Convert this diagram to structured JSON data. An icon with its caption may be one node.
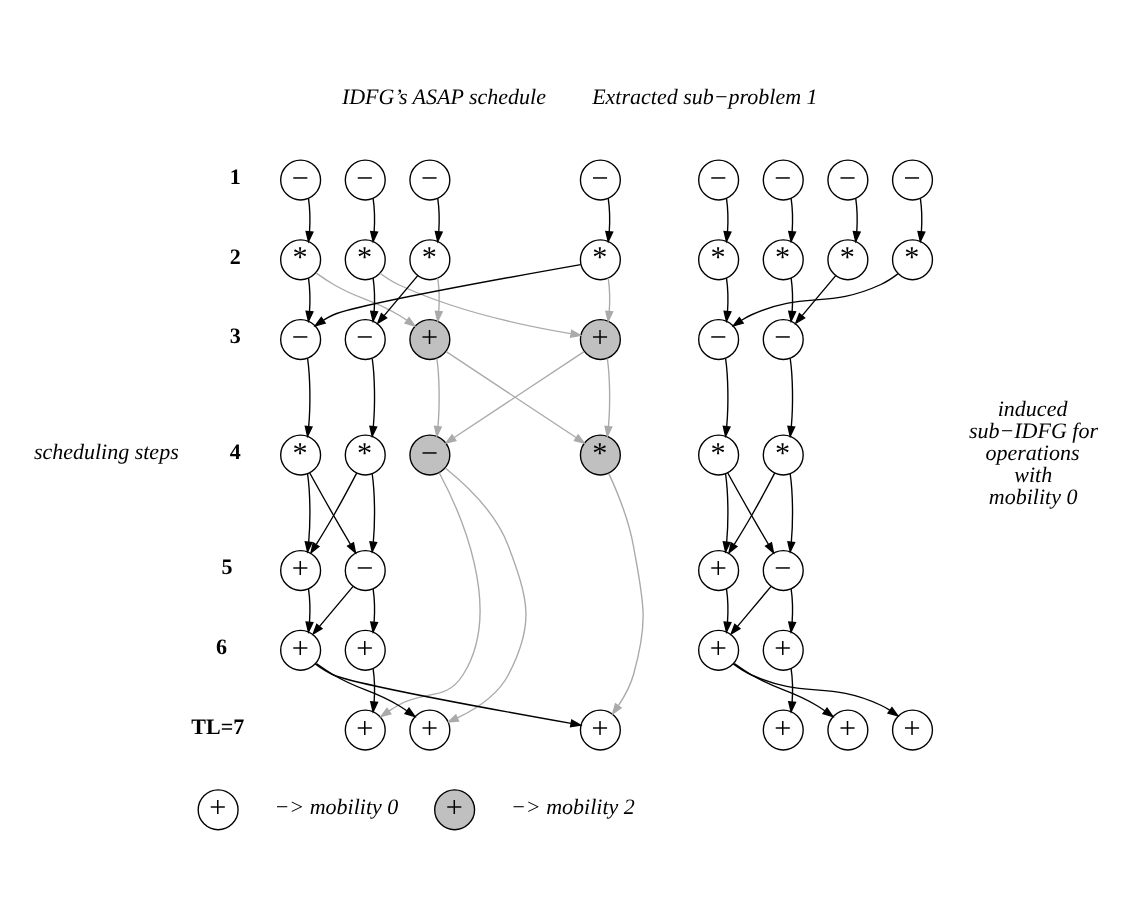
{
  "diagram": {
    "nodes": [
      {
        "text": [
          "−"
        ]
      },
      {
        "text": [
          "−"
        ]
      },
      {
        "text": [
          "−"
        ]
      },
      {
        "text": [
          "−"
        ]
      },
      {
        "text": [
          "*"
        ]
      },
      {
        "text": [
          "*"
        ]
      },
      {
        "text": [
          "*"
        ]
      },
      {
        "text": [
          "*"
        ]
      },
      {
        "text": [
          "−"
        ]
      },
      {
        "text": [
          "−"
        ]
      },
      {
        "text": [
          "+"
        ]
      },
      {
        "text": [
          "+"
        ]
      },
      {
        "text": [
          "*"
        ]
      },
      {
        "text": [
          "*"
        ]
      },
      {
        "text": [
          "−"
        ]
      },
      {
        "text": [
          "*"
        ]
      },
      {
        "text": [
          "+"
        ]
      },
      {
        "text": [
          "−"
        ]
      },
      {
        "text": [
          "+"
        ]
      },
      {
        "text": [
          "+"
        ]
      },
      {
        "text": [
          "+"
        ]
      },
      {
        "text": [
          "+"
        ]
      },
      {
        "text": [
          "+"
        ]
      },
      {
        "text": [
          "−"
        ]
      },
      {
        "text": [
          "−"
        ]
      },
      {
        "text": [
          "−"
        ]
      },
      {
        "text": [
          "−"
        ]
      },
      {
        "text": [
          "*"
        ]
      },
      {
        "text": [
          "*"
        ]
      },
      {
        "text": [
          "*"
        ]
      },
      {
        "text": [
          "*"
        ]
      },
      {
        "text": [
          "−"
        ]
      },
      {
        "text": [
          "−"
        ]
      },
      {
        "text": [
          "*"
        ]
      },
      {
        "text": [
          "*"
        ]
      },
      {
        "text": [
          "+"
        ]
      },
      {
        "text": [
          "−"
        ]
      },
      {
        "text": [
          "+"
        ]
      },
      {
        "text": [
          "+"
        ]
      },
      {
        "text": [
          "+"
        ]
      },
      {
        "text": [
          "+"
        ]
      },
      {
        "text": [
          "+"
        ]
      },
      {
        "text": [
          "+"
        ],
        "beside": [
          "−> mobility 0"
        ]
      },
      {
        "text": [
          "+"
        ],
        "beside": [
          "−> mobility 2"
        ]
      }
    ],
    "edges": [
      {
        "from": 0,
        "to": 4,
        "arrow": "to"
      },
      {
        "from": 1,
        "to": 5,
        "arrow": "to"
      },
      {
        "from": 2,
        "to": 6,
        "arrow": "to"
      },
      {
        "from": 3,
        "to": 7,
        "arrow": "to"
      },
      {
        "from": 4,
        "to": 8,
        "arrow": "to"
      },
      {
        "from": 4,
        "to": 10,
        "arrow": "to",
        "color": "#aaaaaa"
      },
      {
        "from": 5,
        "to": 9,
        "arrow": "to"
      },
      {
        "from": 5,
        "to": 11,
        "arrow": "to",
        "color": "#aaaaaa"
      },
      {
        "from": 6,
        "to": 9,
        "arrow": "to"
      },
      {
        "from": 6,
        "to": 10,
        "arrow": "to",
        "color": "#aaaaaa"
      },
      {
        "from": 7,
        "to": 8,
        "arrow": "to"
      },
      {
        "from": 7,
        "to": 11,
        "arrow": "to",
        "color": "#aaaaaa"
      },
      {
        "from": 8,
        "to": 12,
        "arrow": "to"
      },
      {
        "from": 9,
        "to": 13,
        "arrow": "to"
      },
      {
        "from": 10,
        "to": 14,
        "arrow": "to",
        "color": "#aaaaaa"
      },
      {
        "from": 10,
        "to": 15,
        "arrow": "to",
        "color": "#aaaaaa"
      },
      {
        "from": 11,
        "to": 14,
        "arrow": "to",
        "color": "#aaaaaa"
      },
      {
        "from": 11,
        "to": 15,
        "arrow": "to",
        "color": "#aaaaaa"
      },
      {
        "from": 12,
        "to": 16,
        "arrow": "to"
      },
      {
        "from": 12,
        "to": 17,
        "arrow": "to"
      },
      {
        "from": 13,
        "to": 16,
        "arrow": "to"
      },
      {
        "from": 13,
        "to": 17,
        "arrow": "to"
      },
      {
        "from": 16,
        "to": 18,
        "arrow": "to"
      },
      {
        "from": 17,
        "to": 18,
        "arrow": "to"
      },
      {
        "from": 17,
        "to": 19,
        "arrow": "to"
      },
      {
        "from": 19,
        "to": 20,
        "arrow": "to"
      },
      {
        "from": 14,
        "to": 20,
        "arrow": "to",
        "color": "#aaaaaa"
      },
      {
        "from": 18,
        "to": 21,
        "arrow": "to"
      },
      {
        "from": 14,
        "to": 21,
        "arrow": "to",
        "color": "#aaaaaa"
      },
      {
        "from": 18,
        "to": 22,
        "arrow": "to"
      },
      {
        "from": 15,
        "to": 22,
        "arrow": "to",
        "color": "#aaaaaa"
      },
      {
        "from": 23,
        "to": 27,
        "arrow": "to"
      },
      {
        "from": 24,
        "to": 28,
        "arrow": "to"
      },
      {
        "from": 25,
        "to": 29,
        "arrow": "to"
      },
      {
        "from": 26,
        "to": 30,
        "arrow": "to"
      },
      {
        "from": 27,
        "to": 31,
        "arrow": "to"
      },
      {
        "from": 30,
        "to": 31,
        "arrow": "to"
      },
      {
        "from": 28,
        "to": 32,
        "arrow": "to"
      },
      {
        "from": 29,
        "to": 32,
        "arrow": "to"
      },
      {
        "from": 31,
        "to": 33,
        "arrow": "to"
      },
      {
        "from": 32,
        "to": 34,
        "arrow": "to"
      },
      {
        "from": 33,
        "to": 35,
        "arrow": "to"
      },
      {
        "from": 33,
        "to": 36,
        "arrow": "to"
      },
      {
        "from": 34,
        "to": 35,
        "arrow": "to"
      },
      {
        "from": 34,
        "to": 36,
        "arrow": "to"
      },
      {
        "from": 35,
        "to": 37,
        "arrow": "to"
      },
      {
        "from": 36,
        "to": 37,
        "arrow": "to"
      },
      {
        "from": 36,
        "to": 38,
        "arrow": "to"
      },
      {
        "from": 38,
        "to": 39,
        "arrow": "to"
      },
      {
        "from": 37,
        "to": 40,
        "arrow": "to"
      },
      {
        "from": 37,
        "to": 41,
        "arrow": "to"
      }
    ],
    "labels": [
      "IDFG’s ASAP schedule",
      "Extracted sub−problem 1",
      "1",
      "2",
      "3",
      "4",
      "5",
      "6",
      "TL=7",
      "scheduling steps",
      "induced sub−IDFG for operations with mobility 0"
    ]
  }
}
